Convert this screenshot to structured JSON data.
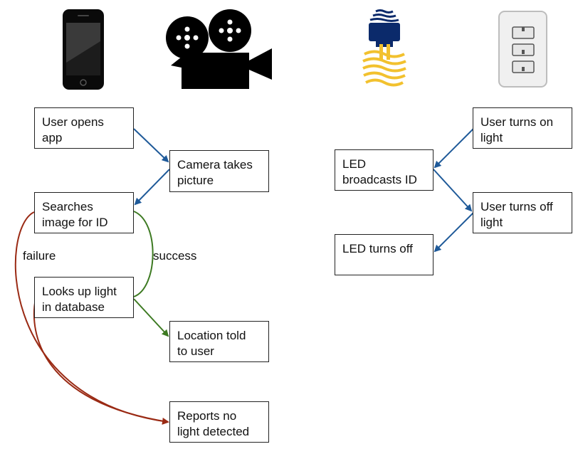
{
  "colors": {
    "blue": "#1f5a99",
    "green": "#3d7a22",
    "red": "#9a2a14",
    "yellow": "#f2c12e",
    "navy": "#0b2a6b"
  },
  "icons": [
    "smartphone-icon",
    "film-camera-icon",
    "led-bulb-icon",
    "light-switch-icon"
  ],
  "left_flow": {
    "user_opens_app": "User opens\napp",
    "camera_takes_picture": "Camera takes\npicture",
    "searches_image": "Searches\nimage for ID",
    "looks_up_light": "Looks up light\nin database",
    "location_told": "Location told\nto user",
    "reports_no_light": "Reports no\nlight detected",
    "success_label": "success",
    "failure_label": "failure"
  },
  "right_flow": {
    "user_turns_on": "User turns on\nlight",
    "led_broadcasts": "LED\nbroadcasts ID",
    "user_turns_off": "User turns off\nlight",
    "led_turns_off": "LED turns off"
  }
}
